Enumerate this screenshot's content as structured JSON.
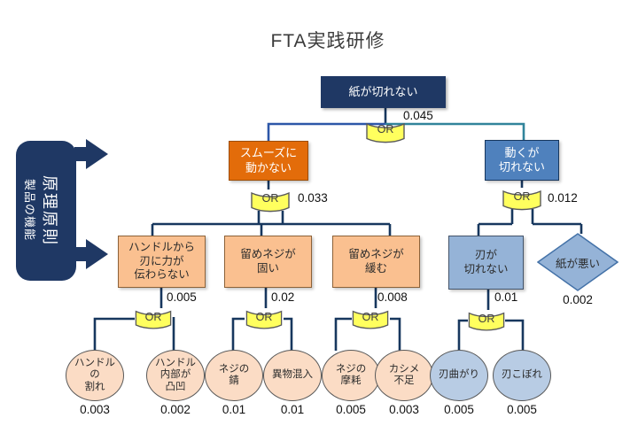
{
  "title": "FTA実践研修",
  "gate_label": "OR",
  "banner": {
    "inner": "原理原則",
    "outer": "製品の機能"
  },
  "nodes": {
    "root": {
      "lines": [
        "紙が切れない"
      ],
      "value": "0.045"
    },
    "smooth": {
      "lines": [
        "スムーズに",
        "動かない"
      ],
      "value": "0.033"
    },
    "moves": {
      "lines": [
        "動くが",
        "切れない"
      ],
      "value": "0.012"
    },
    "handle_force": {
      "lines": [
        "ハンドルから",
        "刃に力が",
        "伝わらない"
      ],
      "value": "0.005"
    },
    "screw_stiff": {
      "lines": [
        "留めネジが",
        "固い"
      ],
      "value": "0.02"
    },
    "screw_loose": {
      "lines": [
        "留めネジが",
        "緩む"
      ],
      "value": "0.008"
    },
    "blade_dull": {
      "lines": [
        "刃が",
        "切れない"
      ],
      "value": "0.01"
    },
    "bad_paper": {
      "lines": [
        "紙が悪い"
      ],
      "value": "0.002"
    },
    "leaf1": {
      "lines": [
        "ハンドル",
        "の",
        "割れ"
      ],
      "value": "0.003"
    },
    "leaf2": {
      "lines": [
        "ハンドル",
        "内部が",
        "凸凹"
      ],
      "value": "0.002"
    },
    "leaf3": {
      "lines": [
        "ネジの",
        "錆"
      ],
      "value": "0.01"
    },
    "leaf4": {
      "lines": [
        "異物混入"
      ],
      "value": "0.01"
    },
    "leaf5": {
      "lines": [
        "ネジの",
        "摩耗"
      ],
      "value": "0.005"
    },
    "leaf6": {
      "lines": [
        "カシメ",
        "不足"
      ],
      "value": "0.003"
    },
    "leaf7": {
      "lines": [
        "刃曲がり"
      ],
      "value": "0.005"
    },
    "leaf8": {
      "lines": [
        "刃こぼれ"
      ],
      "value": "0.005"
    }
  },
  "colors": {
    "navy": "#1f3864",
    "orange": "#e36c0a",
    "mid_blue": "#4f81bd",
    "peach": "#fac090",
    "light_blue": "#95b3d7",
    "pale_blue": "#b8cce4",
    "pale_peach": "#fbdcc5",
    "gate_yellow": "#ffff5e",
    "line_navy": "#17375e",
    "line_royal": "#2d57a8",
    "line_teal": "#31849b"
  }
}
